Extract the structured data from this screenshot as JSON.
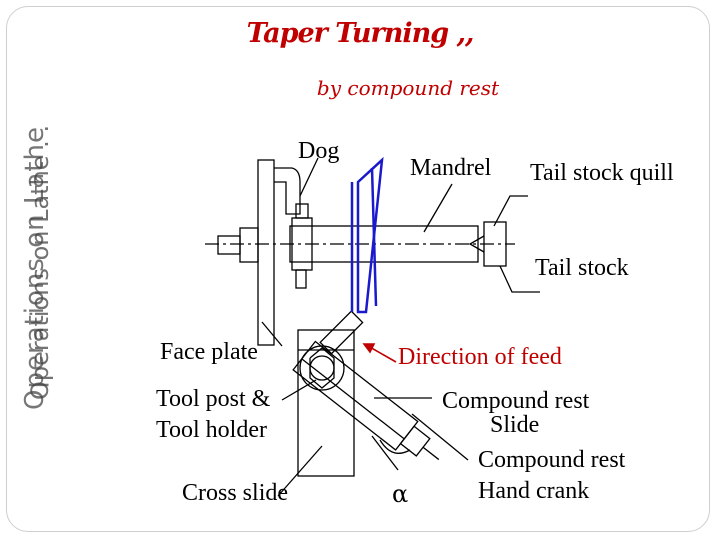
{
  "title": "Taper Turning ,,",
  "subtitle": "by compound rest",
  "side_text": [
    "Operations on Lathe",
    "Operations on Lathe . ."
  ],
  "labels": {
    "dog": "Dog",
    "mandrel": "Mandrel",
    "tail_stock_quill": "Tail stock quill",
    "tail_stock": "Tail stock",
    "face_plate": "Face plate",
    "direction_of_feed": "Direction of feed",
    "tool_post_line1": "Tool post &",
    "tool_post_line2": "Tool holder",
    "compound_rest_slide_line1": "Compound rest",
    "compound_rest_slide_line2": "Slide",
    "compound_rest_hand_crank_line1": "Compound rest",
    "compound_rest_hand_crank_line2": "Hand crank",
    "cross_slide": "Cross slide",
    "alpha": "α"
  },
  "colors": {
    "title": "#c00000",
    "feed_arrow": "#c00000",
    "workpiece_taper": "#1a1acc"
  }
}
